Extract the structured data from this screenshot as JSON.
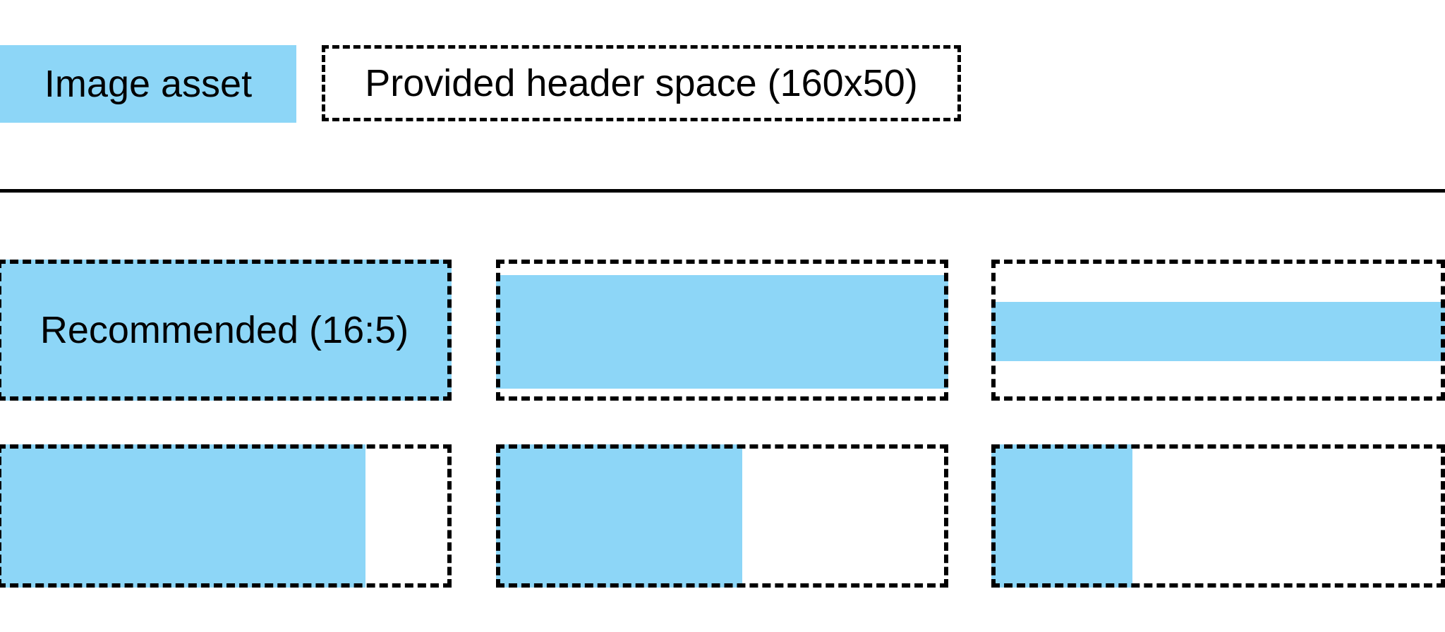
{
  "colors": {
    "asset_blue": "#8DD6F7",
    "line_black": "#000000",
    "text_black": "#000000",
    "background": "#FFFFFF"
  },
  "legend": {
    "image_asset_label": "Image asset",
    "header_space_label": "Provided header space (160x50)",
    "header_space_dimensions": "160x50"
  },
  "demo_cells": [
    {
      "name": "recommended-16-5",
      "label": "Recommended (16:5)",
      "fill": {
        "left_pct": 0,
        "top_pct": 0,
        "width_pct": 100,
        "height_pct": 100
      }
    },
    {
      "name": "wider-than-16-5-letterboxed",
      "label": "",
      "fill": {
        "left_pct": 0,
        "top_pct": 11,
        "width_pct": 100,
        "height_pct": 80.5
      }
    },
    {
      "name": "much-wider-letterboxed",
      "label": "",
      "fill": {
        "left_pct": 0,
        "top_pct": 30,
        "width_pct": 100,
        "height_pct": 42
      }
    },
    {
      "name": "narrower-pillarboxed",
      "label": "",
      "fill": {
        "left_pct": 0,
        "top_pct": 0,
        "width_pct": 81,
        "height_pct": 100
      }
    },
    {
      "name": "narrow-pillarboxed",
      "label": "",
      "fill": {
        "left_pct": 0,
        "top_pct": 0,
        "width_pct": 54.5,
        "height_pct": 100
      }
    },
    {
      "name": "very-narrow-pillarboxed",
      "label": "",
      "fill": {
        "left_pct": 0,
        "top_pct": 0,
        "width_pct": 31.1,
        "height_pct": 100
      }
    }
  ]
}
